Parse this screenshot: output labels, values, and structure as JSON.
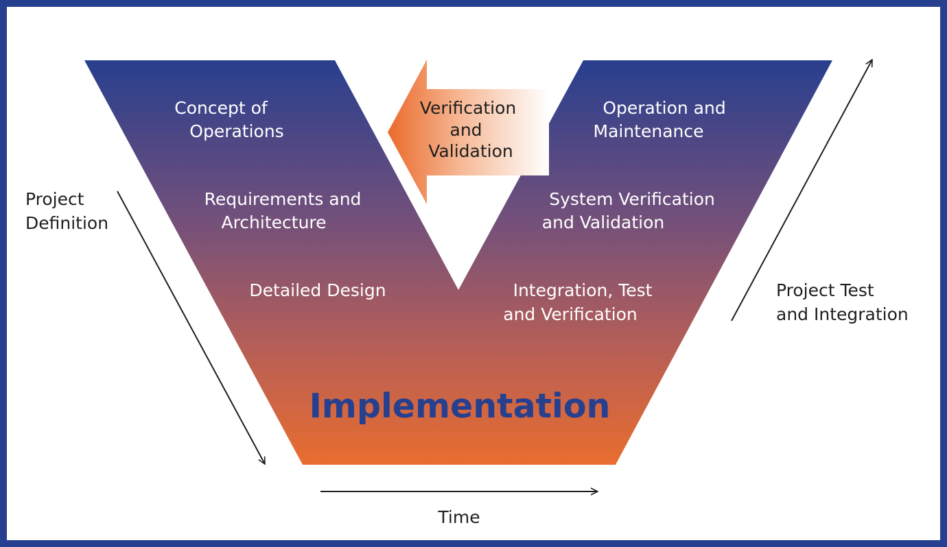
{
  "diagram": {
    "left_arm": {
      "concept": [
        "Concept of",
        "Operations"
      ],
      "requirements": [
        "Requirements and",
        "Architecture"
      ],
      "detailed_design": "Detailed Design"
    },
    "right_arm": {
      "operation": [
        "Operation and",
        "Maintenance"
      ],
      "system_vv": [
        "System Verification",
        "and Validation"
      ],
      "integration": [
        "Integration, Test",
        "and Verification"
      ]
    },
    "bottom": "Implementation",
    "center_arrow": [
      "Verification",
      "and",
      "Validation"
    ],
    "left_side_label": [
      "Project",
      "Definition"
    ],
    "right_side_label": [
      "Project Test",
      "and Integration"
    ],
    "time_label": "Time"
  },
  "colors": {
    "border": "#263f8f",
    "v_top": "#283f8e",
    "v_bottom": "#e96d2f",
    "implementation_text": "#263f8f",
    "center_arrow": "#ea6a2c"
  }
}
